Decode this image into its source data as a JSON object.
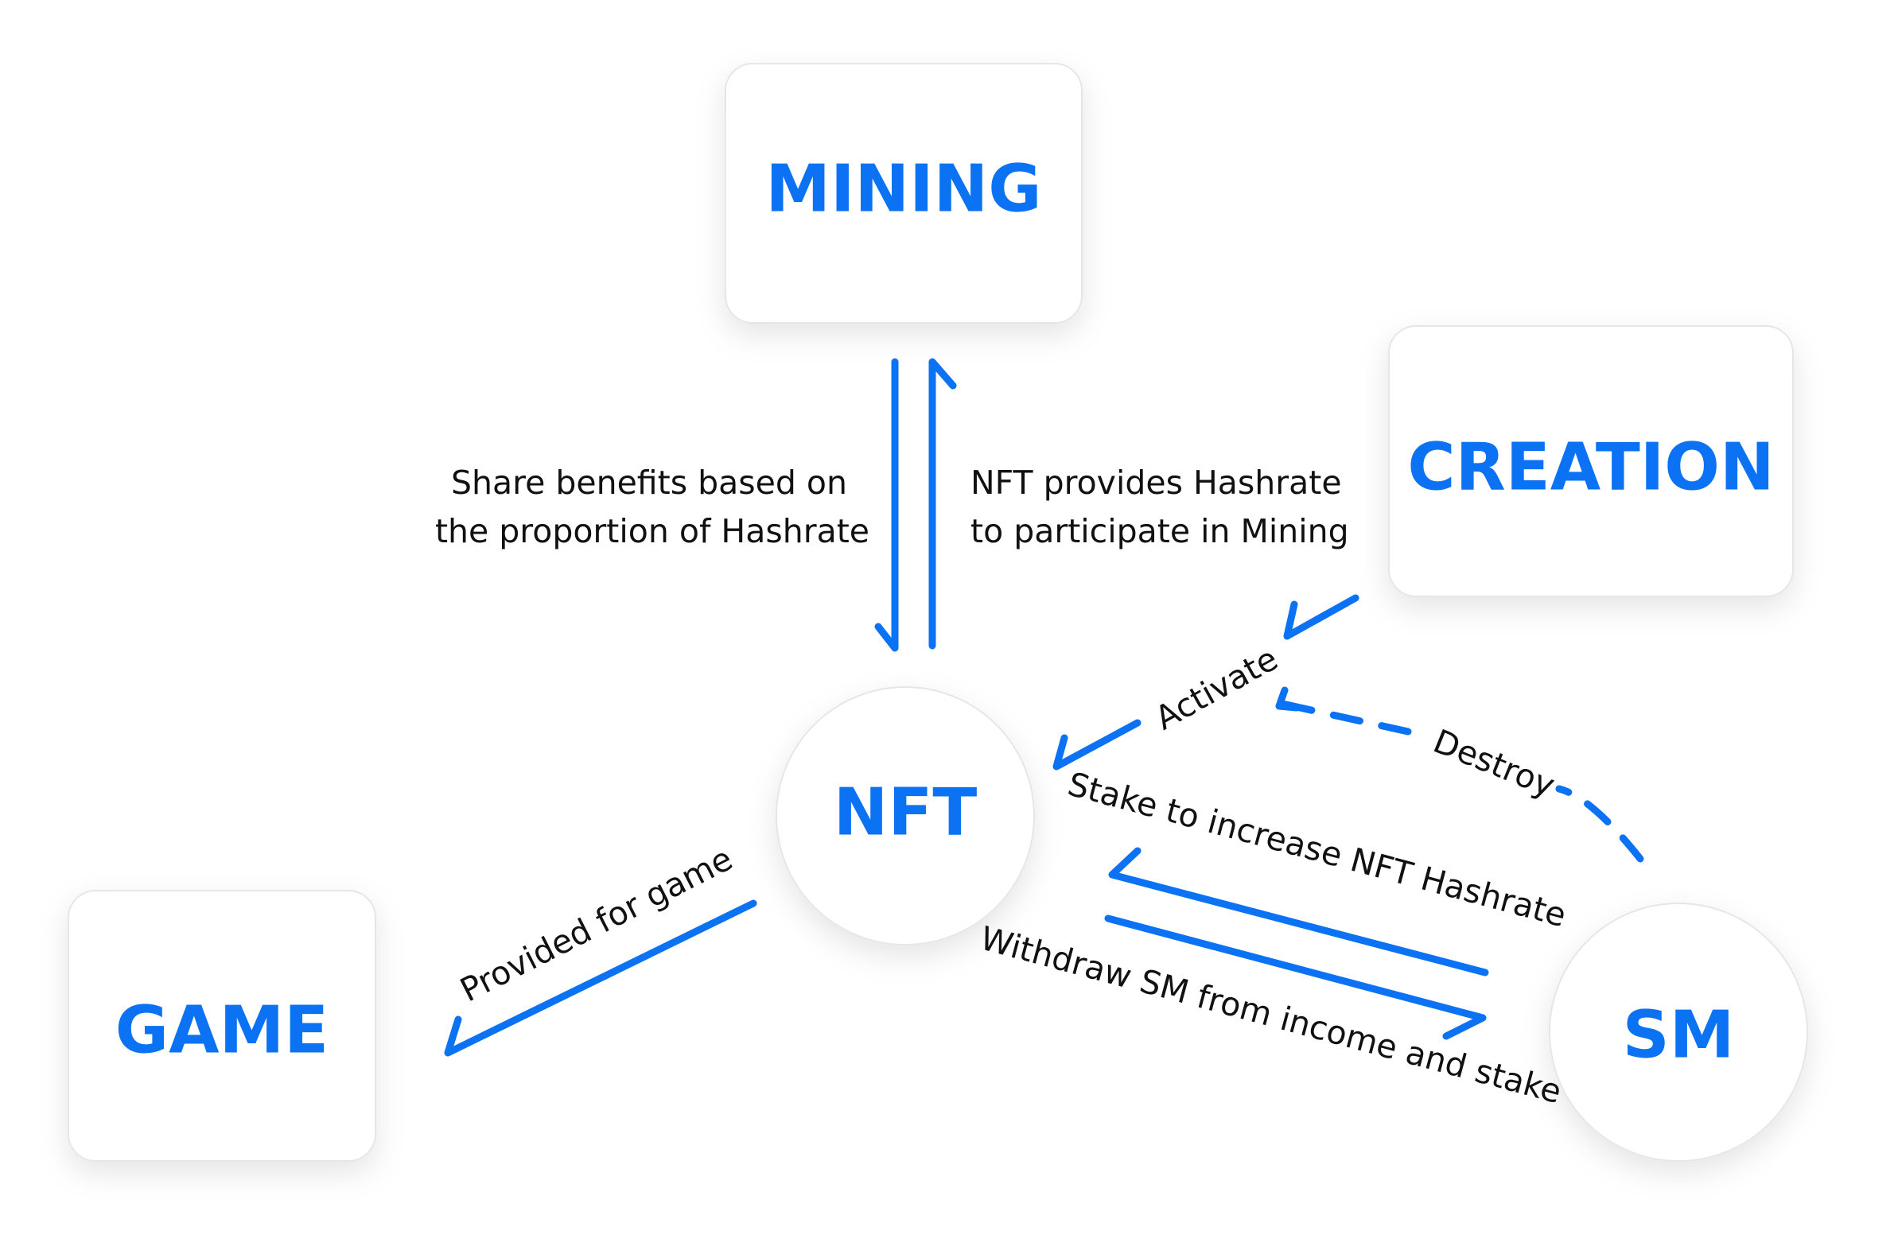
{
  "colors": {
    "accent": "#0b73f3",
    "text": "#111111",
    "node_fill": "#ffffff",
    "node_border": "#e6e6e6"
  },
  "nodes": {
    "mining": "MINING",
    "creation": "CREATION",
    "nft": "NFT",
    "game": "GAME",
    "sm": "SM"
  },
  "edges": {
    "share_benefits": [
      "Share benefits based on",
      "the proportion of Hashrate"
    ],
    "nft_provides": [
      "NFT provides Hashrate",
      "to participate in Mining"
    ],
    "activate": "Activate",
    "destroy": "Destroy",
    "provided_for_game": "Provided for game",
    "stake_to_increase": "Stake to increase NFT Hashrate",
    "withdraw_sm": "Withdraw SM from income and stake"
  }
}
